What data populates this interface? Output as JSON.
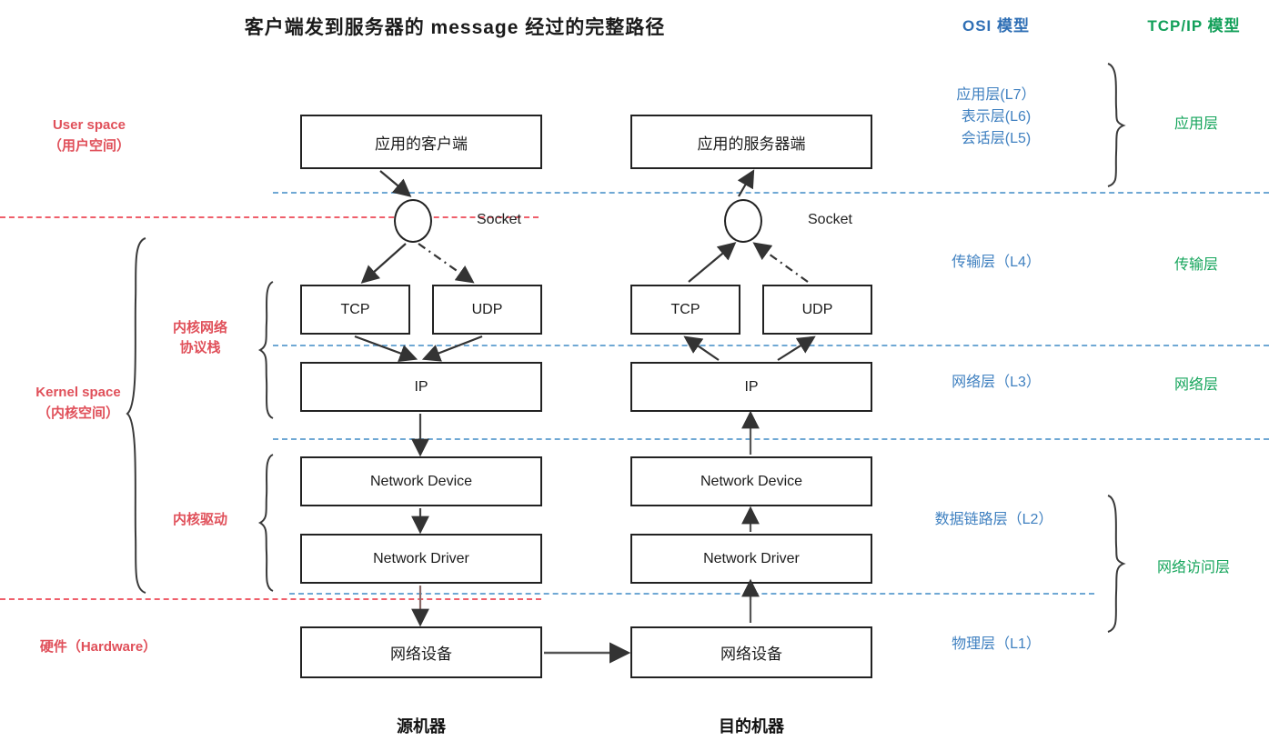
{
  "title": "客户端发到服务器的 message 经过的完整路径",
  "columns": {
    "osi_header": "OSI 模型",
    "tcpip_header": "TCP/IP 模型",
    "osi_header_color": "#2f6fb5",
    "tcpip_header_color": "#13a05a"
  },
  "left_labels": {
    "user_space_en": "User space",
    "user_space_cn": "（用户空间）",
    "kernel_space_en": "Kernel space",
    "kernel_space_cn": "（内核空间）",
    "hardware": "硬件（Hardware）",
    "protocol_stack_line1": "内核网络",
    "protocol_stack_line2": "协议栈",
    "kernel_driver": "内核驱动",
    "color": "#e0505a"
  },
  "source_machine": {
    "caption": "源机器",
    "app": "应用的客户端",
    "socket": "Socket",
    "tcp": "TCP",
    "udp": "UDP",
    "ip": "IP",
    "network_device": "Network Device",
    "network_driver": "Network Driver",
    "hardware_device": "网络设备"
  },
  "dest_machine": {
    "caption": "目的机器",
    "app": "应用的服务器端",
    "socket": "Socket",
    "tcp": "TCP",
    "udp": "UDP",
    "ip": "IP",
    "network_device": "Network Device",
    "network_driver": "Network Driver",
    "hardware_device": "网络设备"
  },
  "osi_layers": {
    "l7": "应用层(L7）",
    "l6": "表示层(L6)",
    "l5": "会话层(L5)",
    "l4": "传输层（L4）",
    "l3": "网络层（L3）",
    "l2": "数据链路层（L2）",
    "l1": "物理层（L1）"
  },
  "tcpip_layers": {
    "application": "应用层",
    "transport": "传输层",
    "internet": "网络层",
    "network_access": "网络访问层"
  }
}
